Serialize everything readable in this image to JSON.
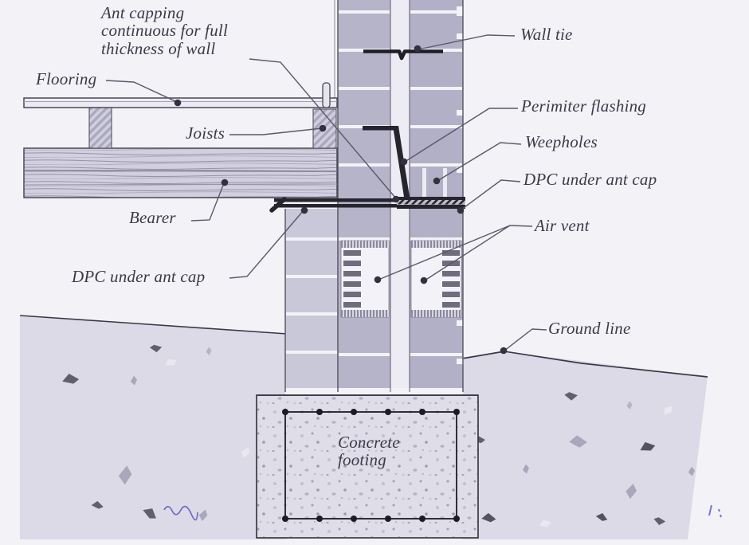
{
  "figure": {
    "type": "construction-detail-diagram",
    "subject": "Timber floor and cavity brick wall on concrete footing with ant capping"
  },
  "labels": {
    "ant_capping": "Ant capping continuous for full thickness of wall",
    "flooring": "Flooring",
    "joists": "Joists",
    "bearer": "Bearer",
    "dpc_left": "DPC under ant cap",
    "wall_tie": "Wall tie",
    "perimeter_flashing": "Perimiter flashing",
    "weepholes": "Weepholes",
    "dpc_right": "DPC under ant cap",
    "air_vent": "Air vent",
    "ground_line": "Ground line",
    "concrete_footing": "Concrete footing"
  },
  "colors": {
    "page": "#f3f2f6",
    "ground": "#dbdae6",
    "brick_inner": "#b6b4c9",
    "brick_outer": "#b2b0c6",
    "pier": "#c9c8d8",
    "mortar": "#f3f2f7",
    "concrete": "#dedde8",
    "metal_dark": "#26252e",
    "leader_line": "#5b5868",
    "text": "#3c3a49"
  }
}
